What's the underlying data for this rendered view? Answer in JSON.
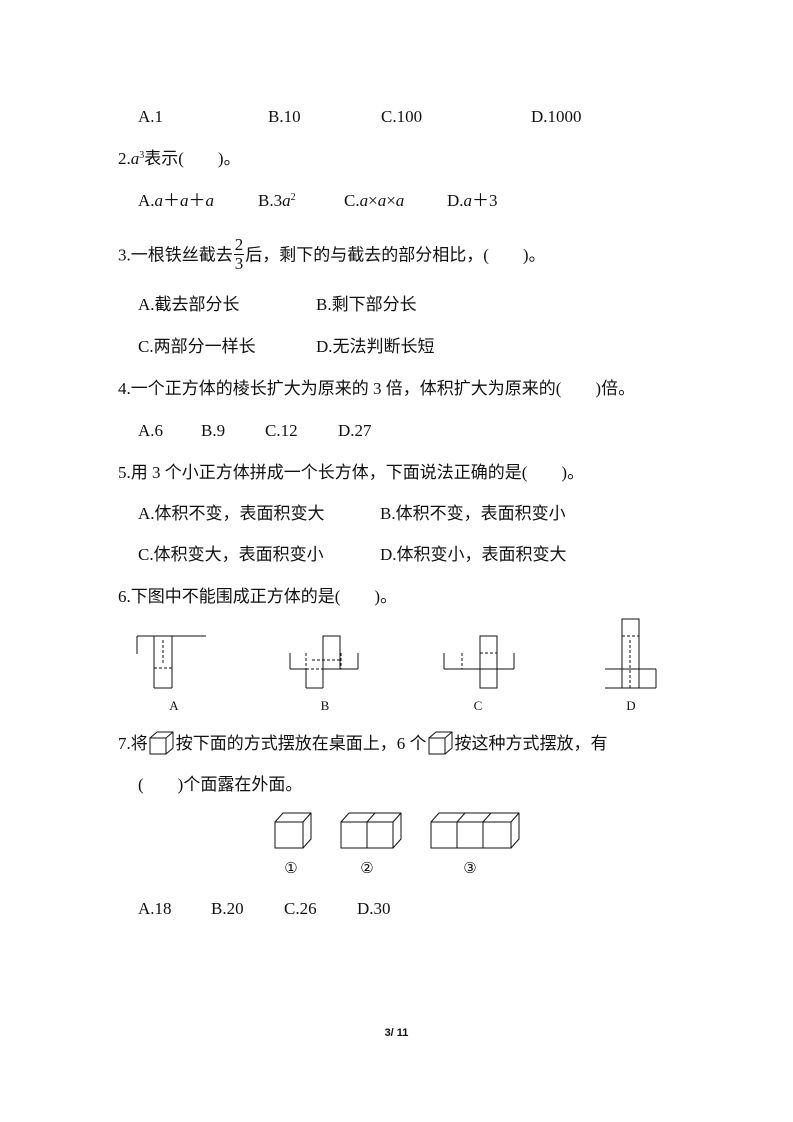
{
  "q1": {
    "options": [
      "A.1",
      "B.10",
      "C.100",
      "D.1000"
    ]
  },
  "q2": {
    "num": "2.",
    "base": "a",
    "exp": "3",
    "text": "表示(　　)。",
    "optA": [
      "A.",
      "a",
      "＋",
      "a",
      "＋",
      "a"
    ],
    "optB": [
      "B.3",
      "a",
      "2"
    ],
    "optC": [
      "C.",
      "a",
      "×",
      "a",
      "×",
      "a"
    ],
    "optD": [
      "D.",
      "a",
      "＋3"
    ]
  },
  "q3": {
    "pre": "3.一根铁丝截去",
    "frac_num": "2",
    "frac_den": "3",
    "post": "后，剩下的与截去的部分相比，(　　)。",
    "options": [
      "A.截去部分长",
      "B.剩下部分长",
      "C.两部分一样长",
      "D.无法判断长短"
    ]
  },
  "q4": {
    "text": "4.一个正方体的棱长扩大为原来的 3 倍，体积扩大为原来的(　　)倍。",
    "options": [
      "A.6",
      "B.9",
      "C.12",
      "D.27"
    ]
  },
  "q5": {
    "text": "5.用 3 个小正方体拼成一个长方体，下面说法正确的是(　　)。",
    "options": [
      "A.体积不变，表面积变大",
      "B.体积不变，表面积变小",
      "C.体积变大，表面积变小",
      "D.体积变小，表面积变大"
    ]
  },
  "q6": {
    "text": "6.下图中不能围成正方体的是(　　)。",
    "figure_labels": [
      "A",
      "B",
      "C",
      "D"
    ]
  },
  "q7": {
    "pre": "7.将",
    "mid": "按下面的方式摆放在桌面上，6 个",
    "post": "按这种方式摆放，有",
    "line2": "(　　)个面露在外面。",
    "figure_labels": [
      "①",
      "②",
      "③"
    ],
    "options": [
      "A.18",
      "B.20",
      "C.26",
      "D.30"
    ]
  },
  "page": {
    "number": "3/ 11"
  }
}
